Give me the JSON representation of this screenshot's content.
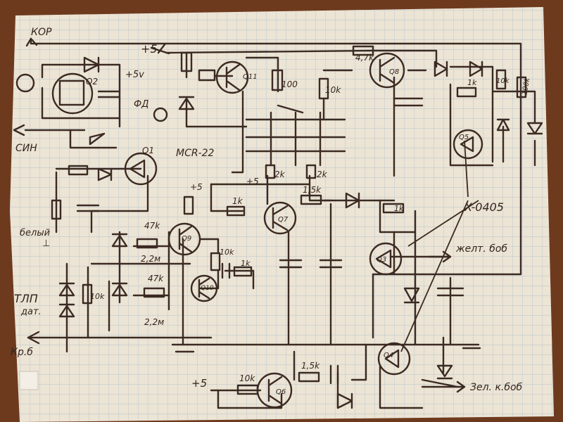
{
  "colors": {
    "background": "#6e3a1e",
    "paper": "#ece4d4",
    "grid": "#a9bcd0",
    "ink": "#3b2a22"
  },
  "labels": {
    "kor": "КОР",
    "plus5_top": "+5",
    "q2": "Q2",
    "plus5v": "+5v",
    "q11": "Q11",
    "r100": "100",
    "r47k_top": "4,7k",
    "q8": "Q8",
    "r10k_mid": "10k",
    "r1k_right": "1k",
    "r10k_right": "10k",
    "r100k": "100k",
    "fd": "ФД",
    "sin": "СИН",
    "q1": "Q1",
    "mcr22": "MCR-22",
    "q5": "Q5",
    "r2k_a": "2k",
    "r2k_b": "2k",
    "plus5_l": "+5",
    "plus5_m": "+5",
    "r1k_a": "1k",
    "r15k_a": "1,5k",
    "r1k_b": "1k",
    "x0405": "X-0405",
    "q7": "Q7",
    "r47k_l1": "47k",
    "beluy": "белый",
    "gnd": "⊥",
    "q9": "Q9",
    "r22m_1": "2,2м",
    "q3": "Q3",
    "zhelt": "желт. боб",
    "r10k_q10": "10k",
    "r1k_q10": "1k",
    "r47k_l2": "47k",
    "q10": "Q10",
    "tlp": "ТЛП",
    "dat": "дат.",
    "r10k_left": "10k",
    "r22m_2": "2,2м",
    "kr": "Кр.б",
    "plus5_bot": "+5",
    "r10k_bot": "10k",
    "r15k_b": "1,5k",
    "q6": "Q6",
    "q4": "Q4",
    "zel": "Зел. к.боб"
  }
}
